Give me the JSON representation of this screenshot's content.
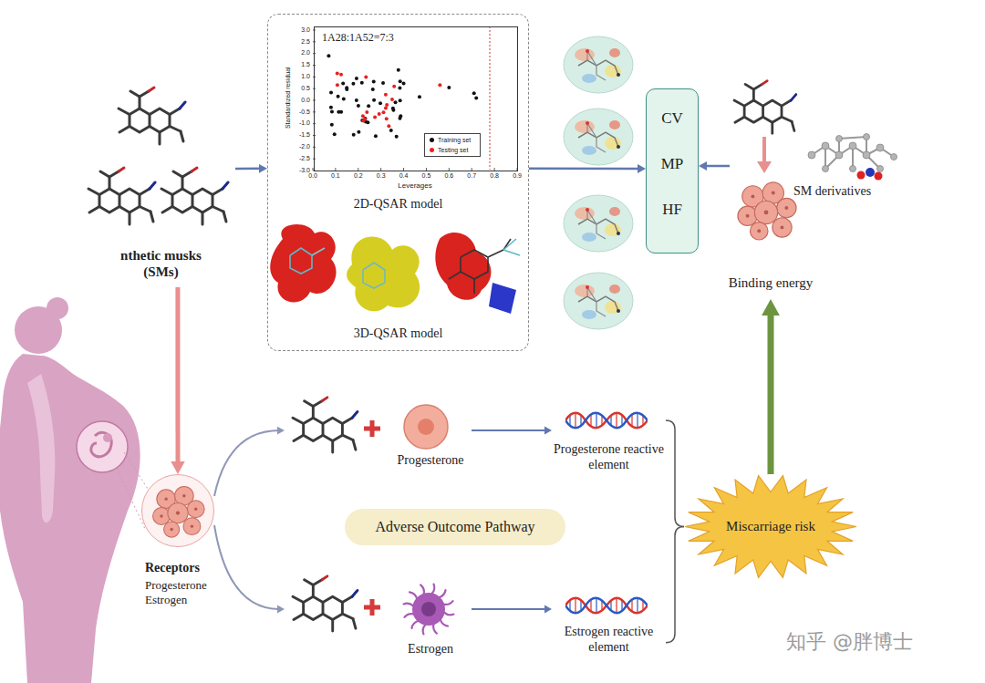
{
  "diagram": {
    "nodes": [
      {
        "text": [
          "nthetic musks (SMs)"
        ]
      },
      {
        "text": [
          "2D-QSAR model",
          "3D-QSAR model"
        ]
      },
      {
        "text": [
          "1A28:1A52=7:3"
        ],
        "in": 1
      },
      {
        "text": [
          "CV",
          "MP",
          "HF"
        ]
      },
      {
        "text": [
          "SM derivatives"
        ]
      },
      {
        "text": [
          "Binding energy"
        ]
      },
      {
        "text": [
          "Receptors",
          "Progesterone Estrogen"
        ]
      },
      {
        "text": [
          "Progesterone"
        ]
      },
      {
        "text": [
          "Progesterone reactive element"
        ]
      },
      {
        "text": [
          "Adverse Outcome Pathway"
        ]
      },
      {
        "text": [
          "Estrogen"
        ]
      },
      {
        "text": [
          "Estrogen reactive element"
        ]
      },
      {
        "text": [
          "Miscarriage risk"
        ]
      }
    ],
    "edges": [
      {
        "from": 0,
        "to": 1,
        "arrow": "to"
      },
      {
        "from": 1,
        "to": 3,
        "arrow": "to"
      },
      {
        "from": 4,
        "to": 3,
        "arrow": "to"
      },
      {
        "from": 0,
        "to": 6,
        "arrow": "to"
      },
      {
        "from": 6,
        "to": 7,
        "arrow": "to"
      },
      {
        "from": 6,
        "to": 10,
        "arrow": "to"
      },
      {
        "from": 7,
        "to": 8,
        "arrow": "to"
      },
      {
        "from": 10,
        "to": 11,
        "arrow": "to"
      },
      {
        "from": 8,
        "to": 12,
        "arrow": "none"
      },
      {
        "from": 11,
        "to": 12,
        "arrow": "none"
      },
      {
        "from": 12,
        "to": 5,
        "arrow": "to"
      }
    ],
    "labels": [
      "Standardized residual",
      "3.0",
      "2.5",
      "2.0",
      "1.5",
      "1.0",
      "0.5",
      "0.0",
      "-0.5",
      "-1.0",
      "-1.5",
      "-2.0",
      "-2.5",
      "-3.0",
      "0.0",
      "0.1",
      "0.2",
      "0.3",
      "0.4",
      "0.5",
      "0.6",
      "0.7",
      "0.8",
      "0.9",
      "Leverages",
      "知乎 @胖博士"
    ],
    "legend": [
      {
        "text": "Training set",
        "color": "#111111"
      },
      {
        "text": "Testing set",
        "color": "#e8221e"
      }
    ]
  }
}
